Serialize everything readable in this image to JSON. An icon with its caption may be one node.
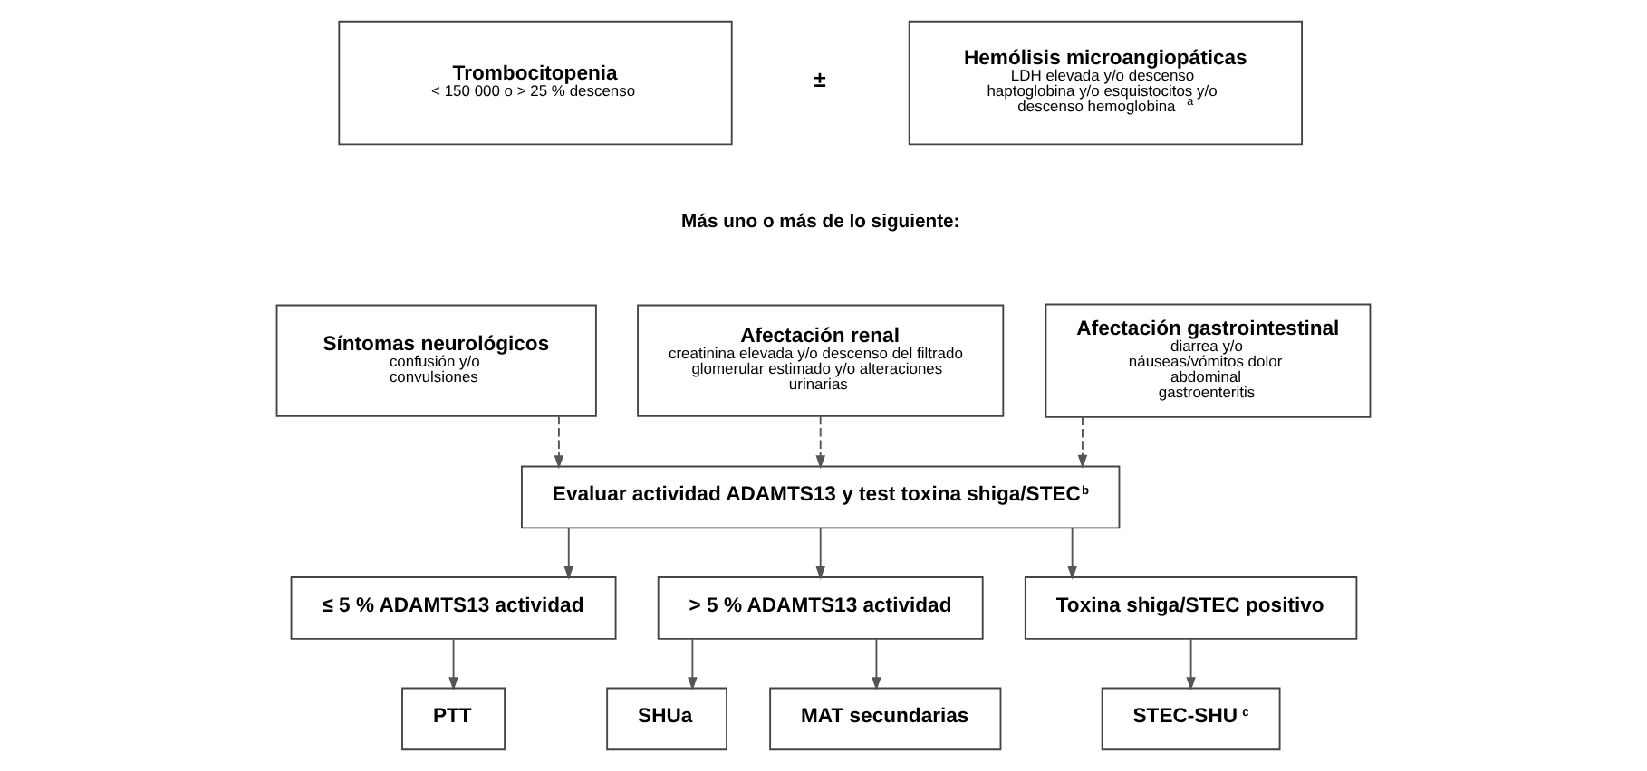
{
  "diagram": {
    "nodes": [
      {
        "text": [
          "Trombocitopenia",
          "< 150 000 o > 25 % descenso"
        ]
      },
      {
        "text": [
          "Hemólisis microangiopáticas",
          "LDH elevada y/o descenso haptoglobina y/o esquistocitos y/o descenso hemoglobina $^{a}$"
        ]
      },
      {
        "text": [
          "Síntomas neurológicos",
          "confusión y/o convulsiones"
        ]
      },
      {
        "text": [
          "Afectación renal",
          "creatinina elevada y/o descenso del filtrado glomerular estimado y/o alteraciones urinarias"
        ]
      },
      {
        "text": [
          "Afectación gastrointestinal",
          "diarrea y/o náuseas/vómitos dolor abdominal gastroenteritis"
        ]
      },
      {
        "text": [
          "Evaluar actividad ADAMTS13 y test toxina shiga/STEC$^{b}$"
        ]
      },
      {
        "text": [
          "≤ 5 % ADAMTS13 actividad"
        ]
      },
      {
        "text": [
          "> 5 % ADAMTS13 actividad"
        ]
      },
      {
        "text": [
          "Toxina shiga/STEC positivo"
        ]
      },
      {
        "text": [
          "PTT"
        ]
      },
      {
        "text": [
          "SHUa"
        ]
      },
      {
        "text": [
          "MAT secundarias"
        ]
      },
      {
        "text": [
          "STEC-SHU$^{c}$"
        ]
      }
    ],
    "edges": [
      {
        "from": 2,
        "to": 5,
        "arrow": "to",
        "style": "dashed"
      },
      {
        "from": 3,
        "to": 5,
        "arrow": "to",
        "style": "dashed"
      },
      {
        "from": 4,
        "to": 5,
        "arrow": "to",
        "style": "dashed"
      },
      {
        "from": 5,
        "to": 6,
        "arrow": "to"
      },
      {
        "from": 5,
        "to": 7,
        "arrow": "to"
      },
      {
        "from": 5,
        "to": 8,
        "arrow": "to"
      },
      {
        "from": 6,
        "to": 9,
        "arrow": "to"
      },
      {
        "from": 7,
        "to": 10,
        "arrow": "to"
      },
      {
        "from": 7,
        "to": 11,
        "arrow": "to"
      },
      {
        "from": 8,
        "to": 12,
        "arrow": "to"
      }
    ],
    "labels": [
      "±",
      "Más uno o más de lo siguiente:"
    ]
  }
}
